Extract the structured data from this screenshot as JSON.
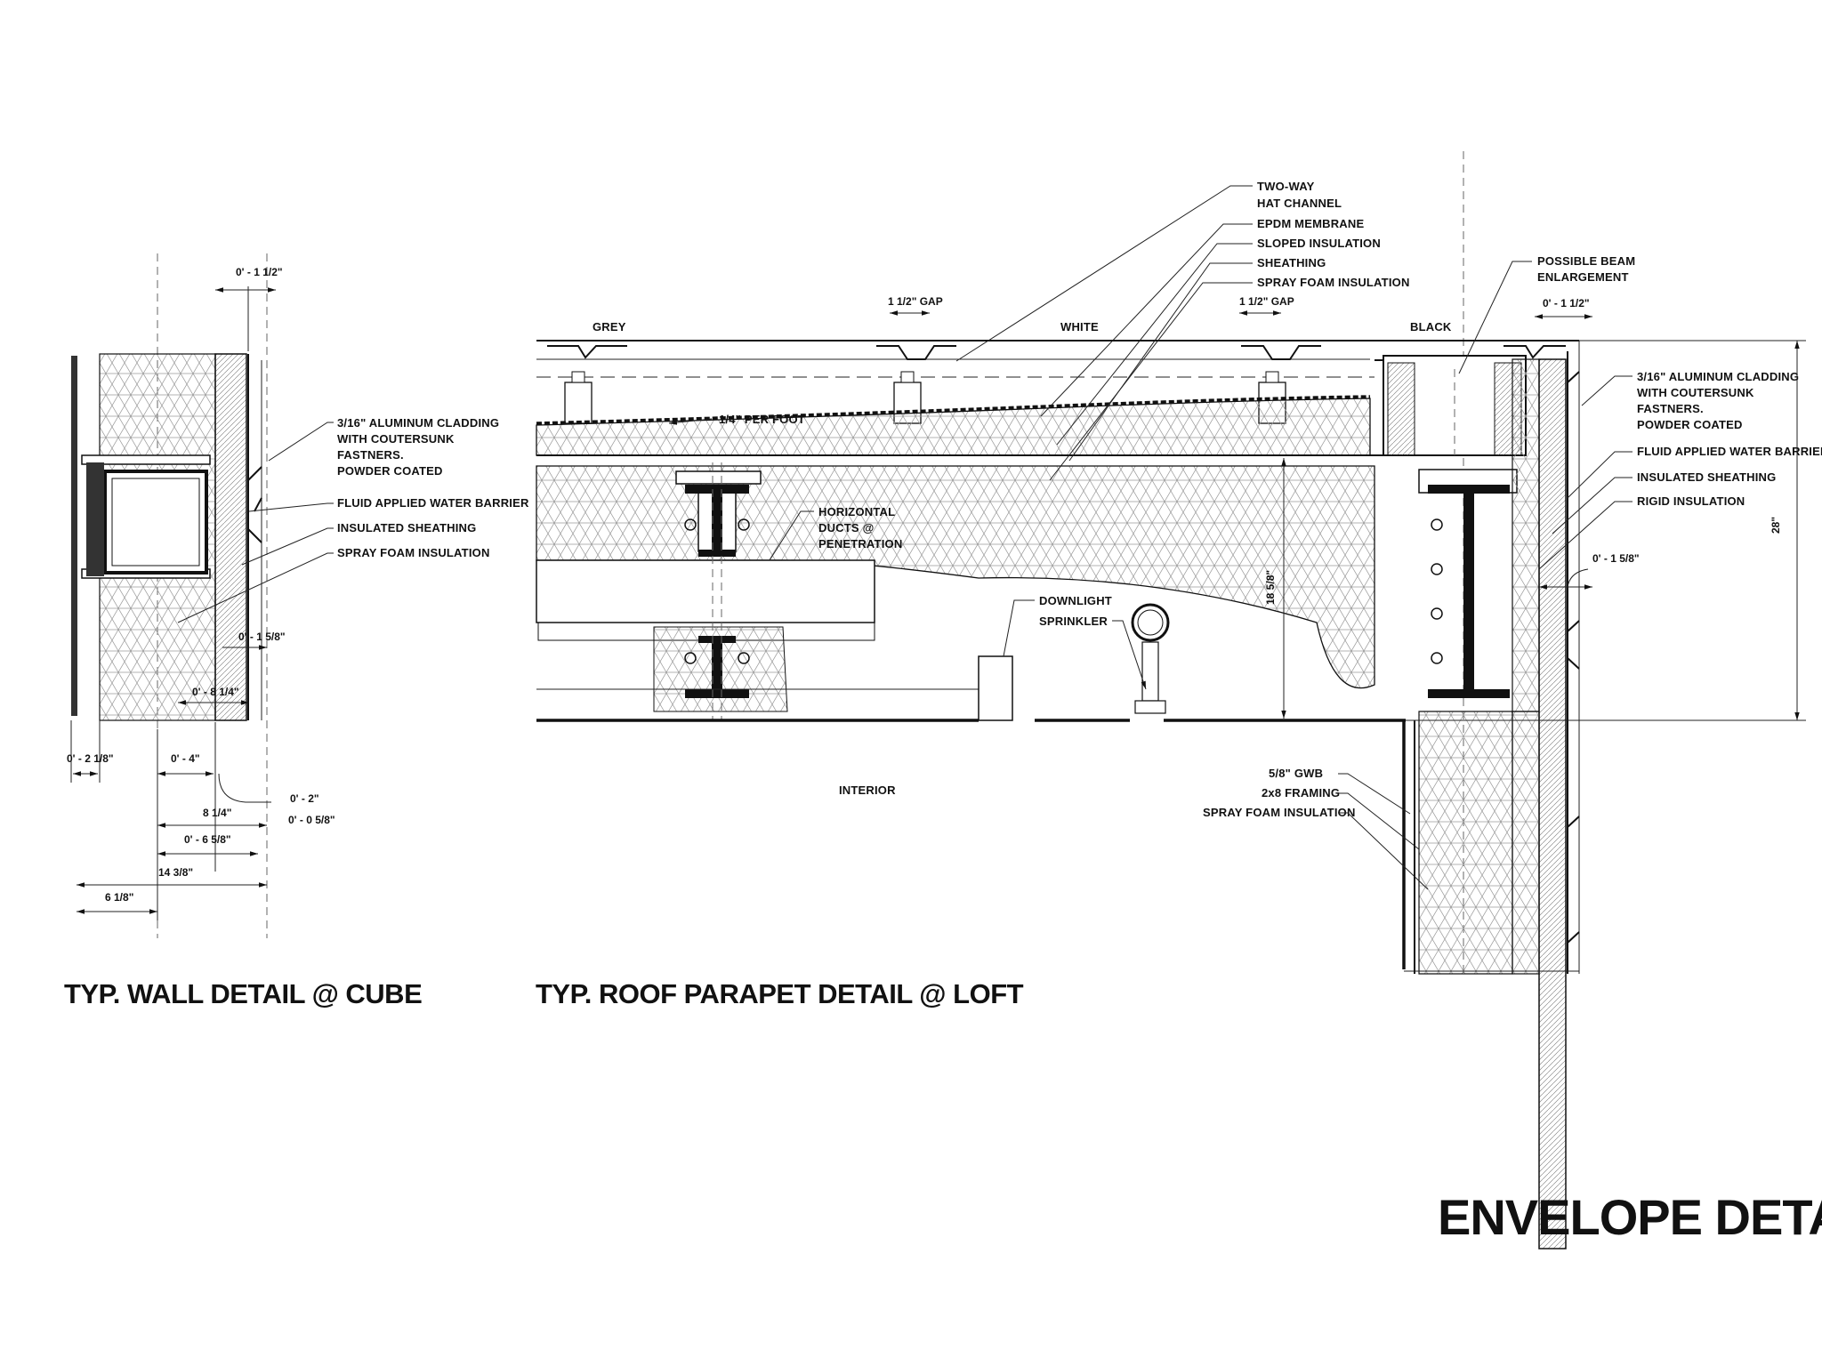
{
  "sheet": {
    "title": "ENVELOPE DETAILS",
    "wall_title": "TYP.  WALL DETAIL @ CUBE",
    "roof_title": "TYP.  ROOF PARAPET DETAIL @  LOFT"
  },
  "wall": {
    "labels": {
      "cladding_1": "3/16\" ALUMINUM CLADDING",
      "cladding_2": "WITH COUTERSUNK",
      "cladding_3": "FASTNERS.",
      "cladding_4": "POWDER COATED",
      "water_barrier": "FLUID APPLIED WATER BARRIER",
      "sheathing": "INSULATED SHEATHING",
      "spray_foam": "SPRAY FOAM INSULATION"
    },
    "dims": {
      "top": "0' - 1 1/2\"",
      "d_158": "0' - 1 5/8\"",
      "d_814": "0' - 8 1/4\"",
      "d_218": "0' - 2 1/8\"",
      "d_4": "0' - 4\"",
      "d_2": "0' - 2\"",
      "d_814b": "8 1/4\"",
      "d_058": "0' - 0 5/8\"",
      "d_658": "0' - 6 5/8\"",
      "d_1438": "14 3/8\"",
      "d_618": "6 1/8\""
    }
  },
  "roof": {
    "colors": {
      "grey": "GREY",
      "white": "WHITE",
      "black": "BLACK"
    },
    "gap_1": "1 1/2\" GAP",
    "gap_2": "1 1/2\" GAP",
    "slope": "1/4\" PER FOOT",
    "top_labels": {
      "hat_1": "TWO-WAY",
      "hat_2": "HAT CHANNEL",
      "epdm": "EPDM MEMBRANE",
      "sloped": "SLOPED INSULATION",
      "sheathing": "SHEATHING",
      "spray": "SPRAY FOAM INSULATION"
    },
    "beam_1": "POSSIBLE BEAM",
    "beam_2": "ENLARGEMENT",
    "top_dim": "0' - 1 1/2\"",
    "right_labels": {
      "cladding_1": "3/16\" ALUMINUM CLADDING",
      "cladding_2": "WITH COUTERSUNK",
      "cladding_3": "FASTNERS.",
      "cladding_4": "POWDER COATED",
      "water_barrier": "FLUID APPLIED WATER BARRIER",
      "sheathing": "INSULATED SHEATHING",
      "rigid": "RIGID INSULATION"
    },
    "dim_158": "0' - 1 5/8\"",
    "dim_28": "28\"",
    "dim_1858": "18 5/8\"",
    "ducts_1": "HORIZONTAL",
    "ducts_2": "DUCTS @",
    "ducts_3": "PENETRATION",
    "downlight": "DOWNLIGHT",
    "sprinkler": "SPRINKLER",
    "interior": "INTERIOR",
    "gwb": "5/8\" GWB",
    "framing": "2x8 FRAMING",
    "spray_low": "SPRAY FOAM INSULATION"
  }
}
